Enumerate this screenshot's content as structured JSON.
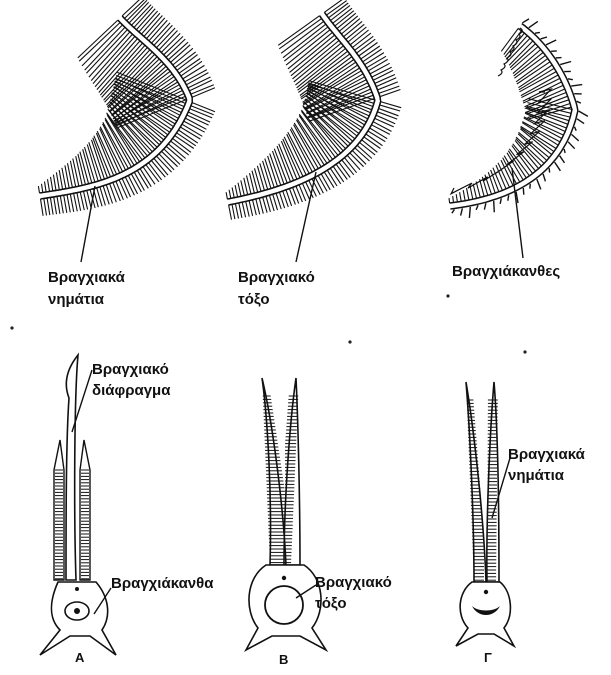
{
  "top_labels": {
    "a_line1": "Βραγχιακά",
    "a_line2": "νημάτια",
    "b_line1": "Βραγχιακό",
    "b_line2": "τόξο",
    "c_line1": "Βραγχιάκανθες"
  },
  "bottom_labels": {
    "diaphragm_line1": "Βραγχιακό",
    "diaphragm_line2": "διάφραγμα",
    "raker": "Βραγχιάκανθα",
    "arch_line1": "Βραγχιακό",
    "arch_line2": "τόξο",
    "filaments_line1": "Βραγχιακά",
    "filaments_line2": "νημάτια"
  },
  "panel_letters": [
    "Α",
    "Β",
    "Γ"
  ]
}
